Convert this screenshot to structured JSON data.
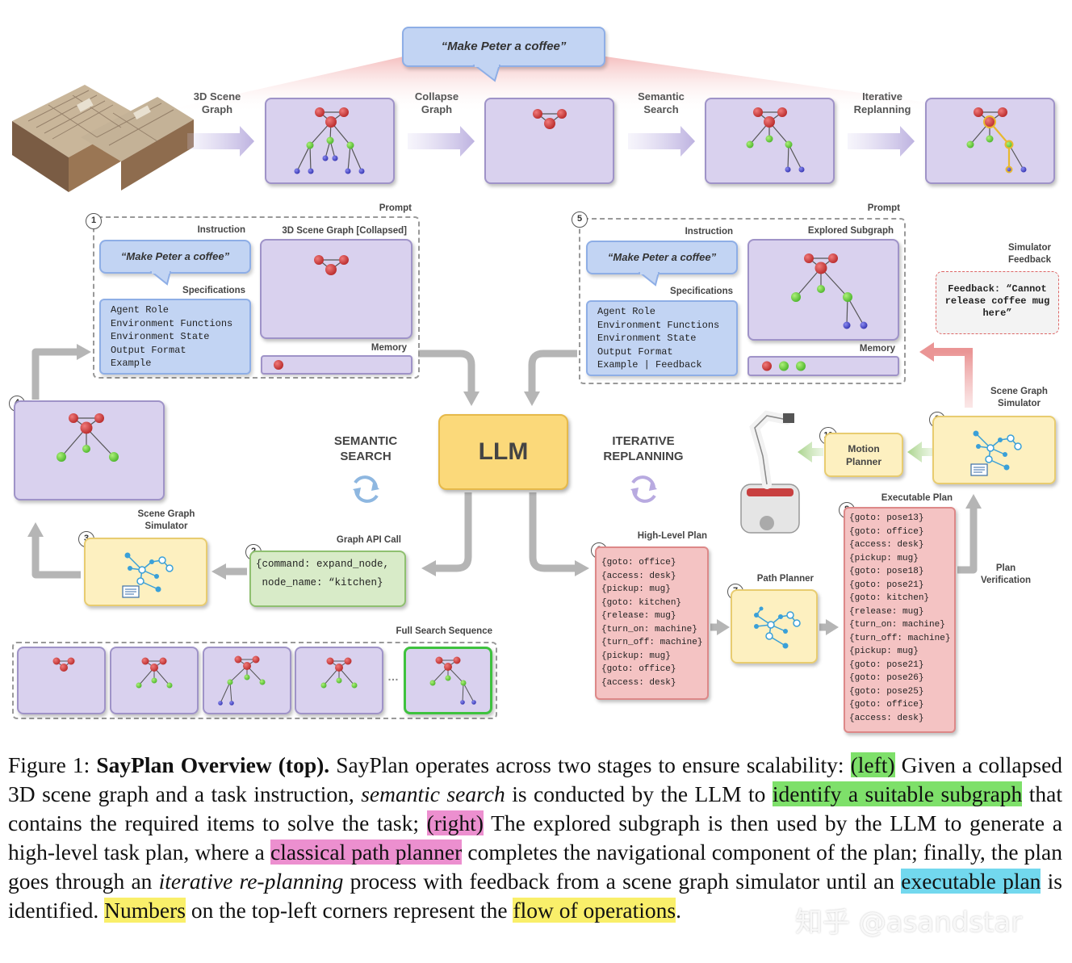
{
  "top": {
    "instruction": "“Make Peter a coffee”",
    "stages": [
      "3D Scene\nGraph",
      "Collapse\nGraph",
      "Semantic\nSearch",
      "Iterative\nReplanning"
    ]
  },
  "left": {
    "prompt_label": "Prompt",
    "instruction_label": "Instruction",
    "instruction": "“Make Peter a coffee”",
    "scene_graph_label": "3D Scene Graph [Collapsed]",
    "specifications_label": "Specifications",
    "specs": [
      "Agent Role",
      "Environment Functions",
      "Environment State",
      "Output Format",
      "Example"
    ],
    "memory_label": "Memory",
    "semantic_search_label": "SEMANTIC\nSEARCH",
    "graph_api_label": "Graph API Call",
    "graph_api_lines": [
      "{command: expand_node,",
      " node_name: “kitchen}"
    ],
    "scene_graph_simulator_label": "Scene Graph\nSimulator",
    "full_search_label": "Full Search Sequence",
    "ellipsis": "…"
  },
  "center": {
    "llm_label": "LLM"
  },
  "right": {
    "prompt_label": "Prompt",
    "instruction_label": "Instruction",
    "instruction": "“Make Peter a coffee”",
    "explored_label": "Explored Subgraph",
    "specifications_label": "Specifications",
    "specs": [
      "Agent Role",
      "Environment Functions",
      "Environment State",
      "Output Format",
      "Example | Feedback"
    ],
    "memory_label": "Memory",
    "simulator_feedback_label": "Simulator\nFeedback",
    "feedback_lines": [
      "Feedback: “Cannot",
      "release coffee mug",
      "here”"
    ],
    "iterative_label": "ITERATIVE\nREPLANNING",
    "scene_graph_simulator_label": "Scene Graph\nSimulator",
    "motion_planner_label": "Motion\nPlanner",
    "high_level_label": "High-Level Plan",
    "high_level_plan": [
      "{goto: office}",
      "{access: desk}",
      "{pickup: mug}",
      "{goto: kitchen}",
      "{release: mug}",
      "{turn_on: machine}",
      "{turn_off: machine}",
      "{pickup: mug}",
      "{goto: office}",
      "{access: desk}"
    ],
    "path_planner_label": "Path Planner",
    "executable_label": "Executable Plan",
    "executable_plan": [
      "{goto: pose13}",
      "{goto: office}",
      "{access: desk}",
      "{pickup: mug}",
      "{goto: pose18}",
      "{goto: pose21}",
      "{goto: kitchen}",
      "{release: mug}",
      "{turn_on: machine}",
      "{turn_off: machine}",
      "{pickup: mug}",
      "{goto: pose21}",
      "{goto: pose26}",
      "{goto: pose25}",
      "{goto: office}",
      "{access: desk}"
    ],
    "plan_verification_label": "Plan\nVerification"
  },
  "badges": [
    "1",
    "2",
    "3",
    "4",
    "5",
    "6",
    "7",
    "8",
    "9",
    "10"
  ],
  "caption": {
    "fig": "Figure 1:",
    "title": "SayPlan Overview (top).",
    "t1": "SayPlan operates across two stages to ensure scalability:",
    "h_left": "(left)",
    "t2": "Given a collapsed 3D scene graph and a task instruction,",
    "i_semantic": "semantic search",
    "t3": "is conducted by the LLM to",
    "h_identify": "identify a suitable subgraph",
    "t4": "that contains the required items to solve the task;",
    "h_right": "(right)",
    "t5": "The explored subgraph is then used by the LLM to generate a high-level task plan, where a",
    "h_classical": "classical path planner",
    "t6": "completes the navigational component of the plan; finally, the plan goes through an",
    "i_iterative": "iterative re-planning",
    "t7": "process with feedback from a scene graph simulator until an",
    "h_executable": "executable plan",
    "t8": "is identified.",
    "h_numbers": "Numbers",
    "t9": "on the top-left corners represent the",
    "h_flow": "flow of operations",
    "t10": "."
  },
  "watermark": "知乎 @asandstar",
  "colors": {
    "purple_panel": "#d9d1ee",
    "blue_box": "#c2d4f3",
    "llm_yellow": "#fbd97a",
    "plan_red": "#f4c3c3",
    "green_box": "#d8ebc8"
  }
}
